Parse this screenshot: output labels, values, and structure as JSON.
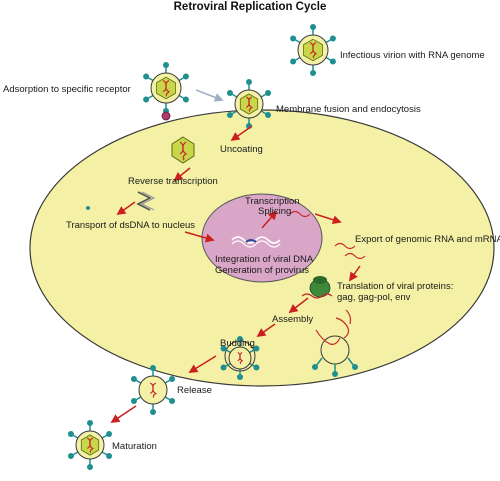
{
  "title": "Retroviral Replication Cycle",
  "labels": {
    "infectious_virion": "Infectious virion with RNA genome",
    "adsorption": "Adsorption to specific receptor",
    "membrane_fusion": "Membrane fusion and endocytosis",
    "uncoating": "Uncoating",
    "reverse_transcription": "Reverse transcription",
    "transport": "Transport of dsDNA to nucleus",
    "transcription": "Transcription",
    "splicing": "Splicing",
    "integration": "Integration of viral DNA",
    "provirus": "Generation of provirus",
    "export": "Export of genomic RNA and mRNA",
    "translation_1": "Translation of viral proteins:",
    "translation_2": "gag, gag-pol, env",
    "assembly": "Assembly",
    "budding": "Budding",
    "release": "Release",
    "maturation": "Maturation"
  },
  "colors": {
    "cell": "#f4f1a6",
    "nucleus": "#d9a6c8",
    "virion_fill": "#f4f1a6",
    "capsid": "#c8d64a",
    "spike": "#1f8f8f",
    "arrow": "#cc1f1f",
    "rna": "#c8282c",
    "ribosome": "#3e8a3a"
  }
}
